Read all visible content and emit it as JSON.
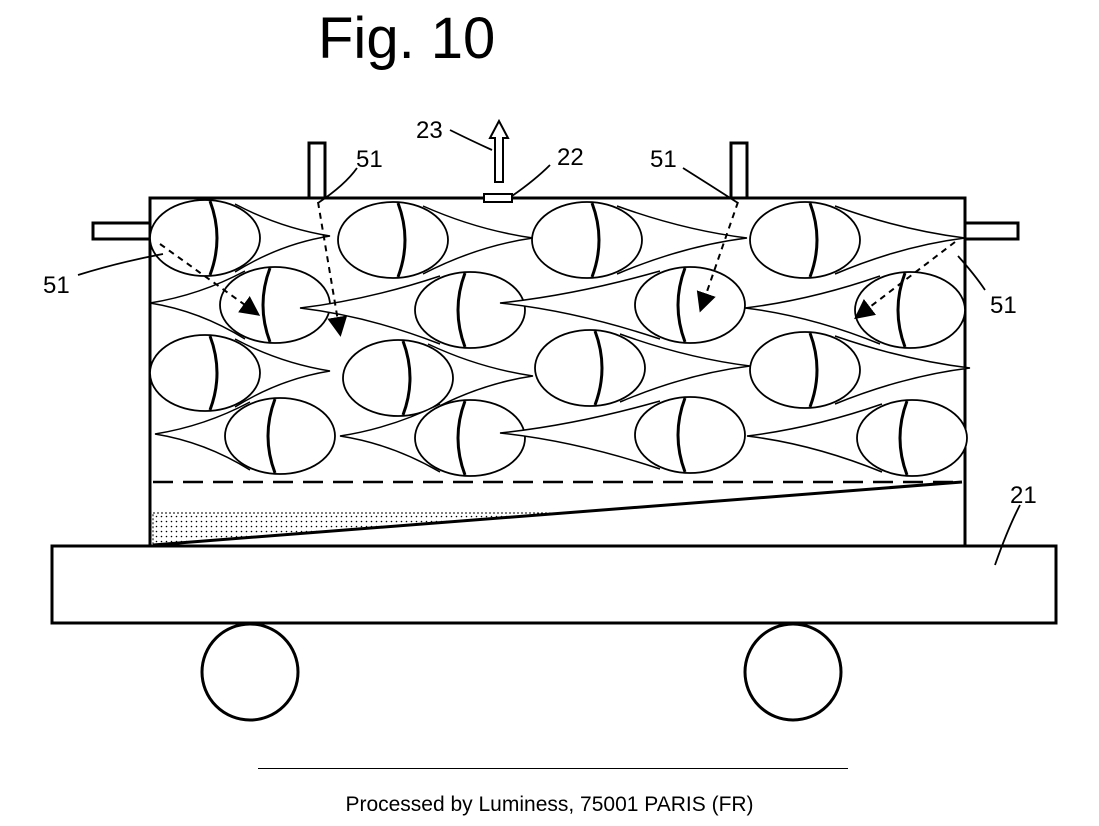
{
  "figure": {
    "title": "Fig. 10",
    "footer": "Processed by Luminess, 75001 PARIS (FR)"
  },
  "labels": {
    "l23": "23",
    "l22": "22",
    "l51_top_mid": "51",
    "l51_top_right": "51",
    "l51_left": "51",
    "l51_right": "51",
    "l21": "21"
  }
}
